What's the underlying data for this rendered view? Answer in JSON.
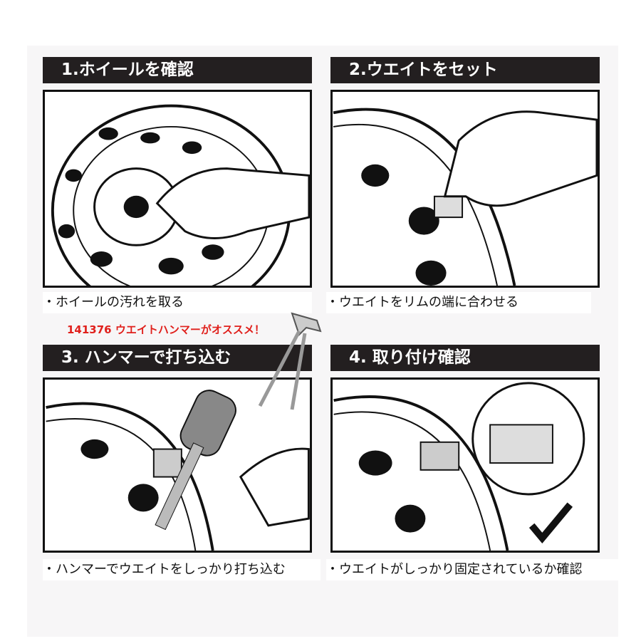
{
  "steps": [
    {
      "title": "1.ホイールを確認",
      "caption": "・ホイールの汚れを取る"
    },
    {
      "title": "2.ウエイトをセット",
      "caption": "・ウエイトをリムの端に合わせる"
    },
    {
      "title": "3. ハンマーで打ち込む",
      "caption": "・ハンマーでウエイトをしっかり打ち込む"
    },
    {
      "title": "4. 取り付け確認",
      "caption": "・ウエイトがしっかり固定されているか確認"
    }
  ],
  "promo": "141376 ウエイトハンマーがオススメ！",
  "colors": {
    "header": "#231f20",
    "promo": "#e0201c"
  }
}
